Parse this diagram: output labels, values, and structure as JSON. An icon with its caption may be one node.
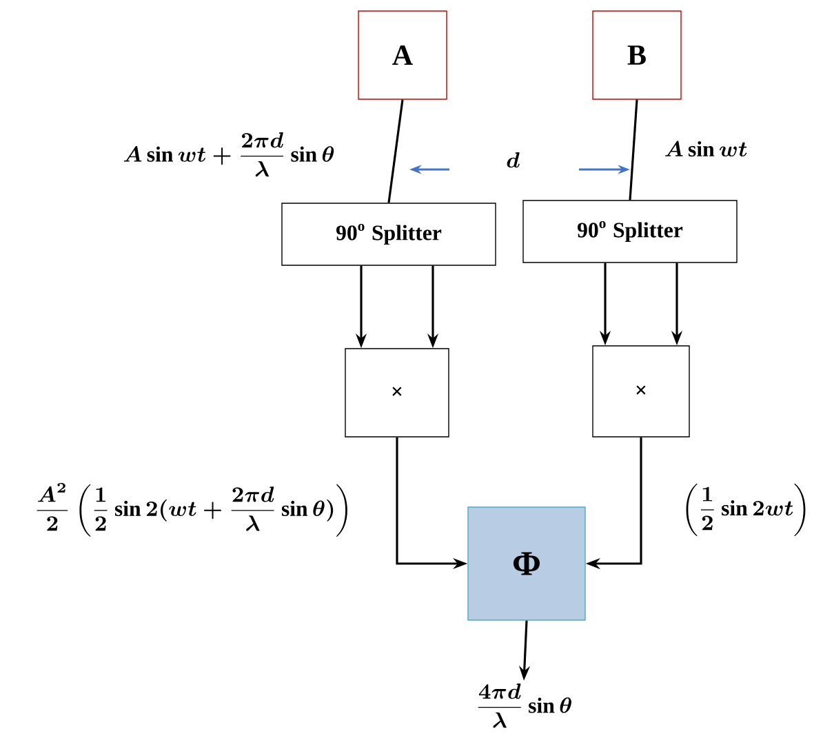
{
  "diagram": {
    "nodes": [
      {
        "text": [
          "A"
        ]
      },
      {
        "text": [
          "B"
        ]
      },
      {
        "text": [
          "90$^{o}$ Splitter"
        ]
      },
      {
        "text": [
          "90$^{o}$ Splitter"
        ]
      },
      {
        "text": [
          "×"
        ]
      },
      {
        "text": [
          "×"
        ]
      },
      {
        "text": [
          "Φ"
        ]
      },
      {
        "text": [
          "\\frac{4\\pi d}{\\lambda}\\sin\\theta"
        ]
      }
    ],
    "edges": [
      {
        "from": 0,
        "to": 2,
        "arrow": "none"
      },
      {
        "from": 1,
        "to": 3,
        "arrow": "none"
      },
      {
        "from": 2,
        "to": 4,
        "arrow": "to"
      },
      {
        "from": 2,
        "to": 4,
        "arrow": "to"
      },
      {
        "from": 3,
        "to": 5,
        "arrow": "to"
      },
      {
        "from": 3,
        "to": 5,
        "arrow": "to"
      },
      {
        "from": 4,
        "to": 6,
        "arrow": "to"
      },
      {
        "from": 5,
        "to": 6,
        "arrow": "to"
      },
      {
        "from": 6,
        "to": 7,
        "arrow": "to"
      }
    ],
    "labels": [
      "A\\sin wt+\\frac{2\\pi d}{\\lambda}\\sin\\theta",
      "d",
      "A\\sin wt",
      "\\frac{A^2}{2}\\left(\\frac{1}{2}\\sin 2(wt+\\frac{2\\pi d}{\\lambda}\\sin\\theta)\\right)",
      "\\left(\\frac{1}{2}\\sin 2wt\\right)"
    ]
  }
}
